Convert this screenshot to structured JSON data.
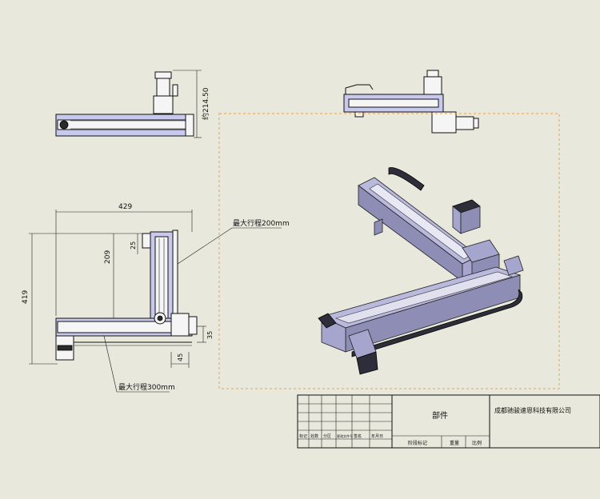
{
  "front_view": {
    "dim_width": "429",
    "dim_height": "419",
    "dim_stroke_label": "209",
    "dim_small_25": "25",
    "dim_35": "35",
    "dim_45": "45",
    "note_vertical_stroke": "最大行程200mm",
    "note_horizontal_stroke": "最大行程300mm"
  },
  "top_view": {
    "dim_vertical": "约214.50"
  },
  "title_block": {
    "part_label": "部件",
    "company": "成都驰骏速恩科技有限公司",
    "row_cells": [
      "标记",
      "处数",
      "分区",
      "更改文件号",
      "签名",
      "年月日"
    ],
    "bottom_cells": [
      "阶段标记",
      "重量",
      "比例"
    ]
  },
  "iso_view": {
    "frame_color": "#f0a040"
  },
  "colors": {
    "rail": "#c9c9ee",
    "iso_body": "#b9b9dd",
    "belt": "#2e2e3a"
  }
}
